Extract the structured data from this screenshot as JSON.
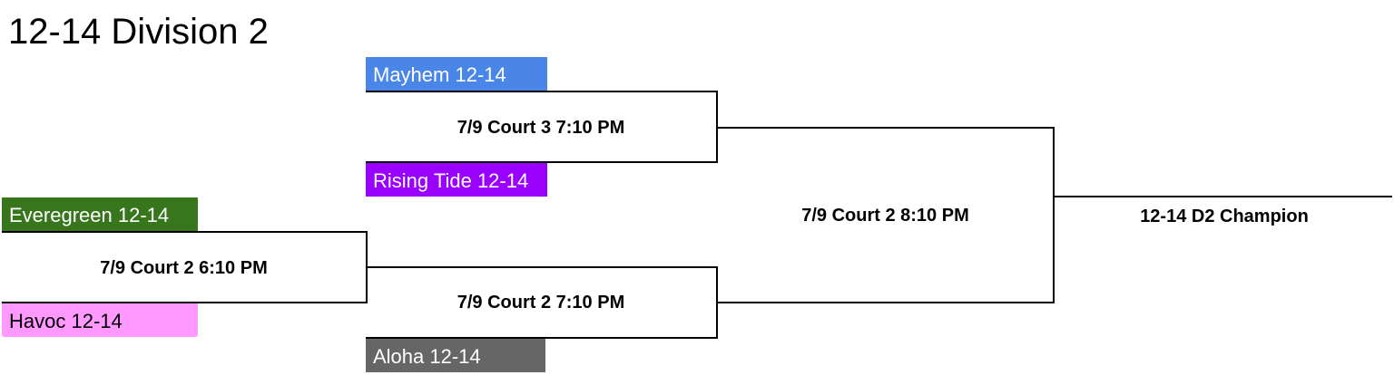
{
  "title": "12-14 Division 2",
  "teams": {
    "mayhem": {
      "label": "Mayhem 12-14",
      "color": "#4a86e8",
      "text_color": "#ffffff"
    },
    "rising_tide": {
      "label": "Rising Tide 12-14",
      "color": "#9900ff",
      "text_color": "#ffffff"
    },
    "everegreen": {
      "label": "Everegreen 12-14",
      "color": "#38761d",
      "text_color": "#ffffff"
    },
    "havoc": {
      "label": "Havoc 12-14",
      "color": "#ff99ff",
      "text_color": "#000000"
    },
    "aloha": {
      "label": "Aloha 12-14",
      "color": "#666666",
      "text_color": "#ffffff"
    }
  },
  "games": {
    "round1": "7/9 Court 2 6:10 PM",
    "semi_top": "7/9 Court 3 7:10 PM",
    "semi_bottom": "7/9 Court 2 7:10 PM",
    "final": "7/9 Court 2 8:10 PM"
  },
  "champion": "12-14 D2 Champion"
}
